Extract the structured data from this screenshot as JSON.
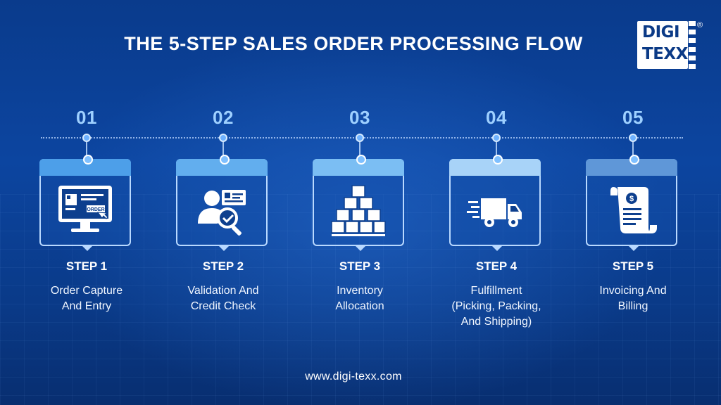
{
  "title": "THE 5-STEP SALES ORDER PROCESSING FLOW",
  "logo": {
    "line1": "DIGI",
    "line2": "TEXX",
    "registered": "®"
  },
  "steps": [
    {
      "number": "01",
      "label": "STEP 1",
      "description": "Order Capture\nAnd Entry",
      "icon": "computer-order-icon",
      "head_color": "#4d9fe9",
      "icon_text": "ORDER"
    },
    {
      "number": "02",
      "label": "STEP 2",
      "description": "Validation And\nCredit Check",
      "icon": "user-verification-icon",
      "head_color": "#62aeee"
    },
    {
      "number": "03",
      "label": "STEP 3",
      "description": "Inventory\nAllocation",
      "icon": "stacked-boxes-icon",
      "head_color": "#7bbef3"
    },
    {
      "number": "04",
      "label": "STEP 4",
      "description": "Fulfillment\n(Picking, Packing,\nAnd Shipping)",
      "icon": "delivery-truck-icon",
      "head_color": "#a8d3f8"
    },
    {
      "number": "05",
      "label": "STEP 5",
      "description": "Invoicing And\nBilling",
      "icon": "invoice-receipt-icon",
      "head_color": "#5f97d8",
      "icon_text": "$"
    }
  ],
  "footer": "www.digi-texx.com"
}
